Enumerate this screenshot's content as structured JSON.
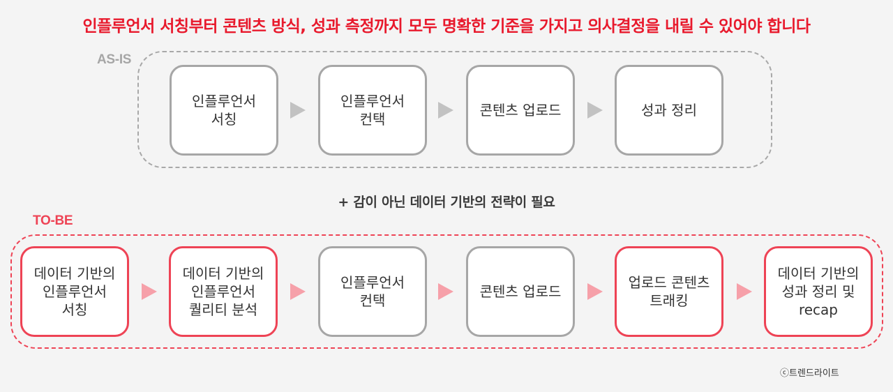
{
  "headline": "인플루언서 서칭부터 콘텐츠 방식, 성과 측정까지 모두 명확한 기준을 가지고 의사결정을 내릴 수 있어야 합니다",
  "as_is": {
    "label": "AS-IS",
    "steps": [
      "인플루언서\n서칭",
      "인플루언서\n컨택",
      "콘텐츠 업로드",
      "성과 정리"
    ]
  },
  "transition_note": "+ 감이 아닌 데이터 기반의 전략이 필요",
  "to_be": {
    "label": "TO-BE",
    "steps": [
      "데이터 기반의\n인플루언서\n서칭",
      "데이터 기반의\n인플루언서\n퀄리티 분석",
      "인플루언서\n컨택",
      "콘텐츠 업로드",
      "업로드 콘텐츠\n트래킹",
      "데이터 기반의\n성과 정리 및\nrecap"
    ]
  },
  "credit": "ⓒ트렌드라이트",
  "colors": {
    "headline": "#e8192c",
    "tobe_accent": "#ee4355",
    "asis_gray": "#a6a6a6",
    "arrow_gray": "#c2c2c2",
    "arrow_pink": "#f6a0a9",
    "background": "#f4f4f4"
  }
}
